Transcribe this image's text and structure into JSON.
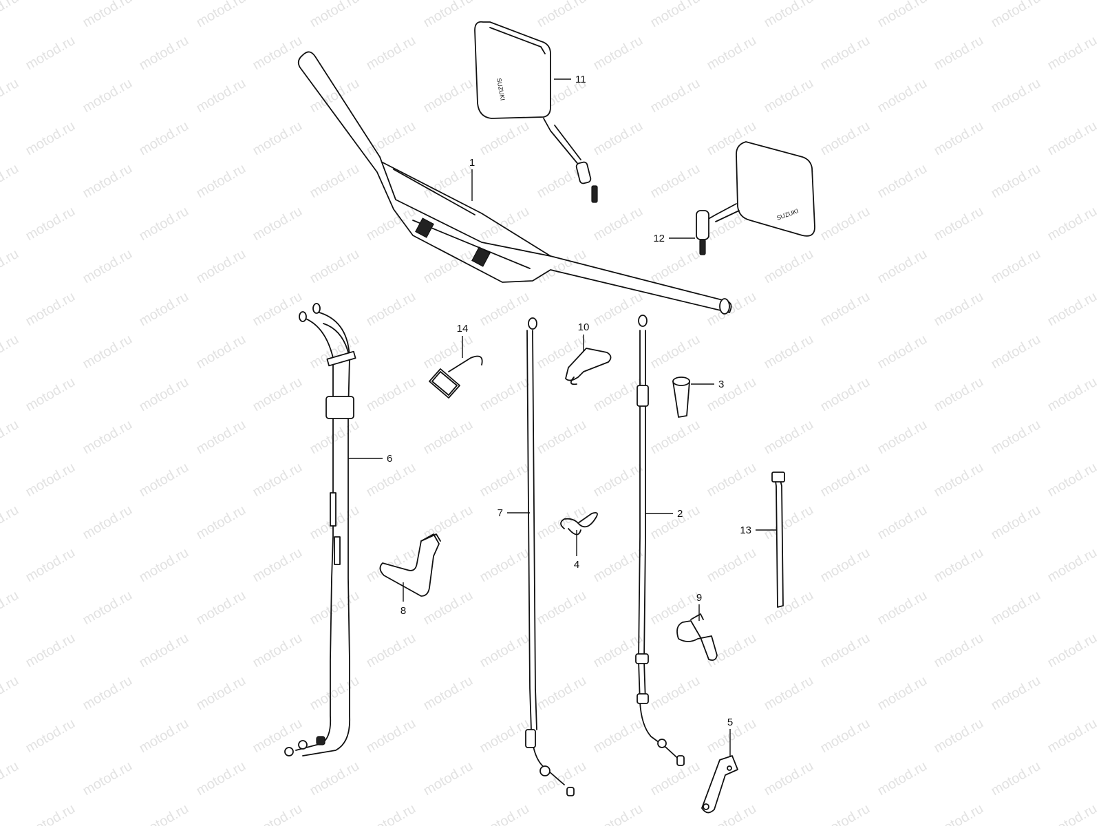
{
  "watermark": {
    "text": "motod.ru"
  },
  "mirror_brand": "SUZUKI",
  "callouts": [
    {
      "id": "1",
      "label": "1",
      "part": "handlebar"
    },
    {
      "id": "2",
      "label": "2",
      "part": "clutch-cable"
    },
    {
      "id": "3",
      "label": "3",
      "part": "cable-boot"
    },
    {
      "id": "4",
      "label": "4",
      "part": "spring-clip"
    },
    {
      "id": "5",
      "label": "5",
      "part": "cable-bracket"
    },
    {
      "id": "6",
      "label": "6",
      "part": "throttle-cable-assembly"
    },
    {
      "id": "7",
      "label": "7",
      "part": "front-brake-cable"
    },
    {
      "id": "8",
      "label": "8",
      "part": "cable-guide-clamp"
    },
    {
      "id": "9",
      "label": "9",
      "part": "cable-holder"
    },
    {
      "id": "10",
      "label": "10",
      "part": "cable-clamp"
    },
    {
      "id": "11",
      "label": "11",
      "part": "left-mirror"
    },
    {
      "id": "12",
      "label": "12",
      "part": "right-mirror"
    },
    {
      "id": "13",
      "label": "13",
      "part": "cable-tie"
    },
    {
      "id": "14",
      "label": "14",
      "part": "wire-clip"
    }
  ]
}
